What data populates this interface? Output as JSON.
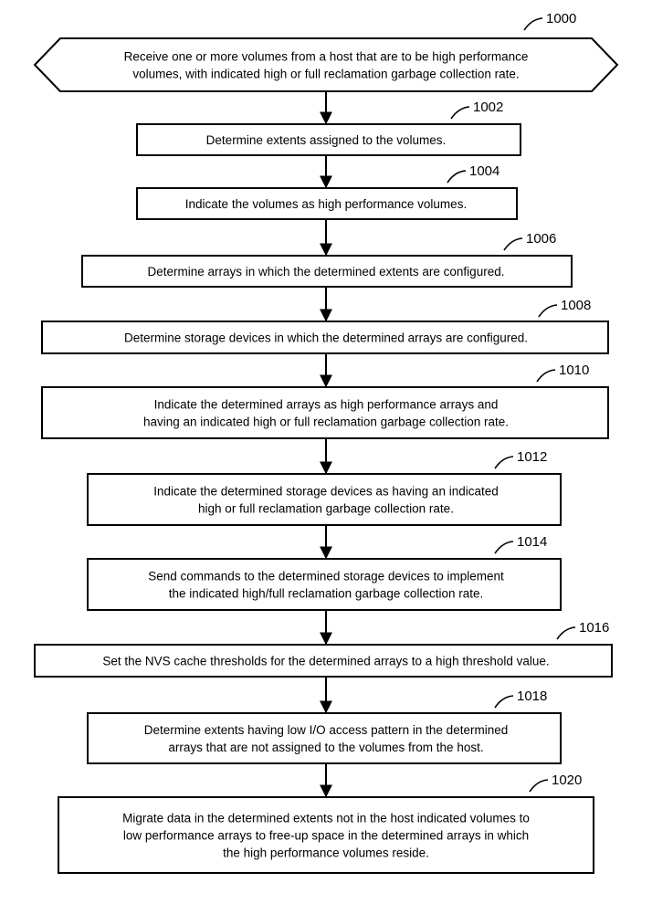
{
  "diagram": {
    "type": "flowchart",
    "steps": [
      {
        "ref": "1000",
        "shape": "hexagon",
        "lines": [
          "Receive one or more volumes from a host that are to be high performance",
          "volumes, with indicated high or full reclamation garbage collection rate."
        ]
      },
      {
        "ref": "1002",
        "shape": "rect",
        "lines": [
          "Determine extents assigned to the volumes."
        ]
      },
      {
        "ref": "1004",
        "shape": "rect",
        "lines": [
          "Indicate the volumes as high performance volumes."
        ]
      },
      {
        "ref": "1006",
        "shape": "rect",
        "lines": [
          "Determine arrays in which the determined extents are configured."
        ]
      },
      {
        "ref": "1008",
        "shape": "rect",
        "lines": [
          "Determine storage devices in which the determined arrays are configured."
        ]
      },
      {
        "ref": "1010",
        "shape": "rect",
        "lines": [
          "Indicate the determined arrays as high performance arrays and",
          "having an indicated high or full reclamation garbage collection rate."
        ]
      },
      {
        "ref": "1012",
        "shape": "rect",
        "lines": [
          "Indicate the determined storage devices as having an indicated",
          "high or full reclamation garbage collection rate."
        ]
      },
      {
        "ref": "1014",
        "shape": "rect",
        "lines": [
          "Send commands to the determined storage devices to implement",
          "the indicated high/full reclamation garbage collection rate."
        ]
      },
      {
        "ref": "1016",
        "shape": "rect",
        "lines": [
          "Set the NVS cache thresholds for the determined arrays to a high threshold value."
        ]
      },
      {
        "ref": "1018",
        "shape": "rect",
        "lines": [
          "Determine extents having low I/O access pattern in the determined",
          "arrays that are not assigned to the volumes from the host."
        ]
      },
      {
        "ref": "1020",
        "shape": "rect",
        "lines": [
          "Migrate data in the determined extents not in the host indicated volumes to",
          "low performance arrays to free-up space in the determined arrays in which",
          "the high performance volumes reside."
        ]
      }
    ]
  }
}
